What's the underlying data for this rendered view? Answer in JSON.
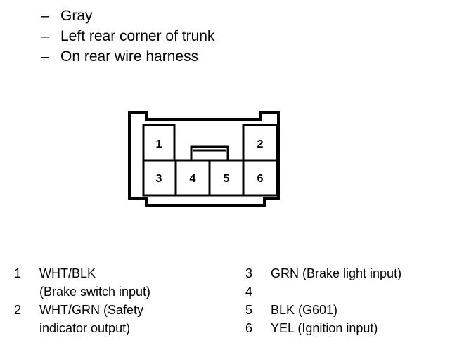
{
  "notes": [
    "Gray",
    "Left rear corner of trunk",
    "On rear wire harness"
  ],
  "connector": {
    "pins": [
      "1",
      "2",
      "3",
      "4",
      "5",
      "6"
    ]
  },
  "legend": {
    "left": [
      {
        "num": "1",
        "lines": [
          "WHT/BLK",
          "(Brake switch input)"
        ]
      },
      {
        "num": "2",
        "lines": [
          "WHT/GRN (Safety",
          "indicator output)"
        ]
      }
    ],
    "right": [
      {
        "num": "3",
        "text": "GRN (Brake light input)"
      },
      {
        "num": "4",
        "text": ""
      },
      {
        "num": "5",
        "text": "BLK (G601)"
      },
      {
        "num": "6",
        "text": "YEL (Ignition input)"
      }
    ]
  }
}
